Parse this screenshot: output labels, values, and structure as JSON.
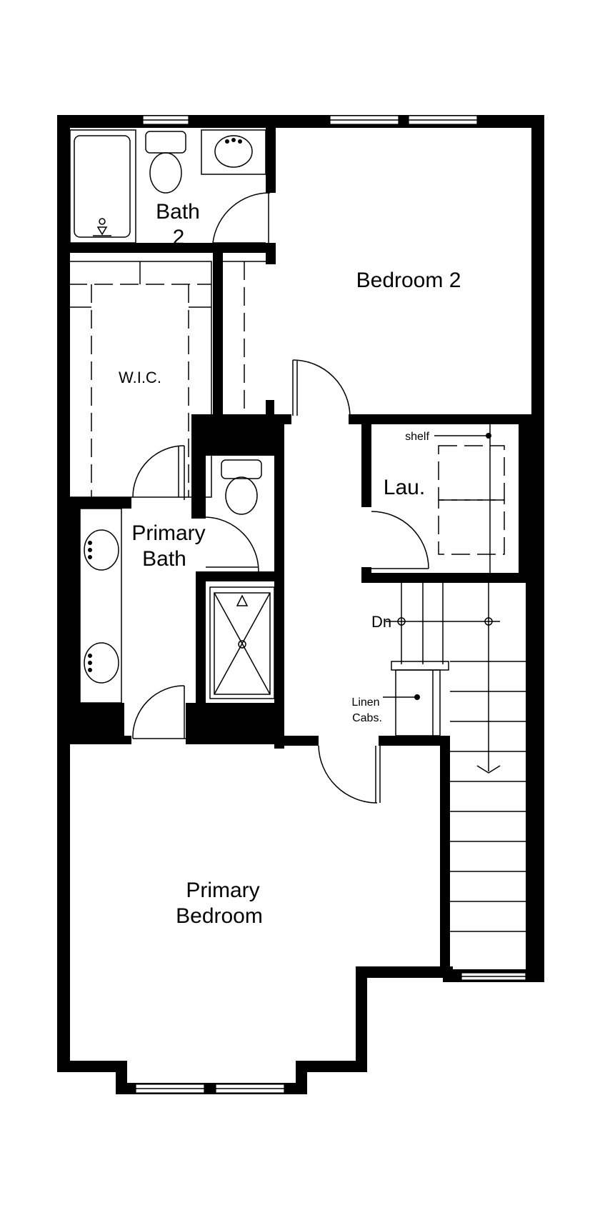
{
  "rooms": {
    "bath2": [
      "Bath",
      "2"
    ],
    "bedroom2": "Bedroom 2",
    "wic": "W.I.C.",
    "laundry": "Lau.",
    "primary_bath": [
      "Primary",
      "Bath"
    ],
    "primary_bedroom": [
      "Primary",
      "Bedroom"
    ]
  },
  "annotations": {
    "shelf": "shelf",
    "stairs_down": "Dn",
    "linen": [
      "Linen",
      "Cabs."
    ]
  }
}
